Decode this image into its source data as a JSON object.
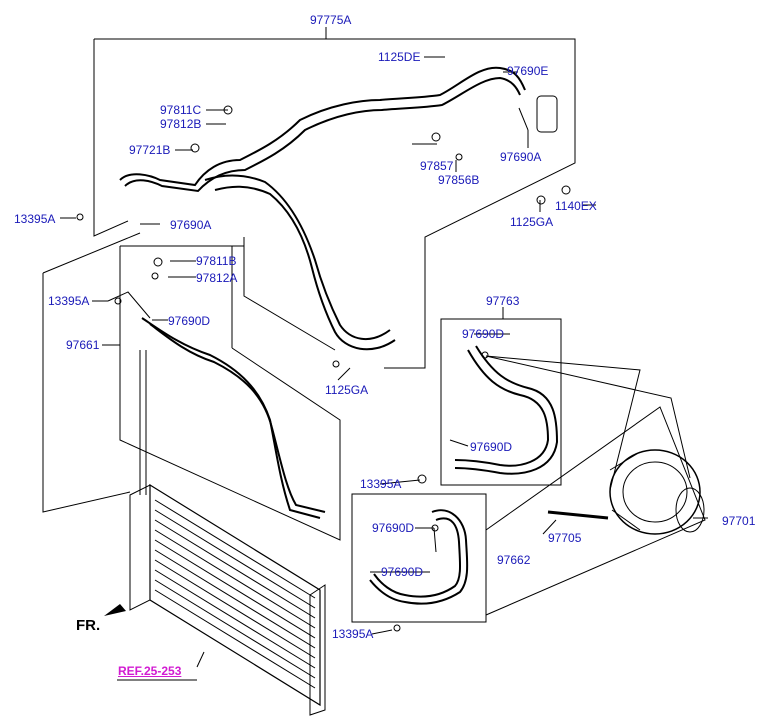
{
  "colors": {
    "label": "#1a1ab8",
    "reference": "#d21bd2",
    "line": "#000000"
  },
  "labels": {
    "p97775A": "97775A",
    "p1125DE": "1125DE",
    "p97690E": "97690E",
    "p97811C": "97811C",
    "p97812B": "97812B",
    "p97721B": "97721B",
    "p97857": "97857",
    "p97856B": "97856B",
    "p97690A_top": "97690A",
    "p1140EX": "1140EX",
    "p1125GA_top": "1125GA",
    "p13395A_1": "13395A",
    "p97690A_left": "97690A",
    "p97811B": "97811B",
    "p97812A": "97812A",
    "p13395A_2": "13395A",
    "p97690D_1": "97690D",
    "p97661": "97661",
    "p1125GA_mid": "1125GA",
    "p97763": "97763",
    "p97690D_2": "97690D",
    "p97690D_3": "97690D",
    "p13395A_3": "13395A",
    "p97690D_4": "97690D",
    "p97662": "97662",
    "p97690D_5": "97690D",
    "p13395A_4": "13395A",
    "p97705": "97705",
    "p97701": "97701"
  },
  "front_marker": "FR.",
  "reference_link": "REF.25-253"
}
